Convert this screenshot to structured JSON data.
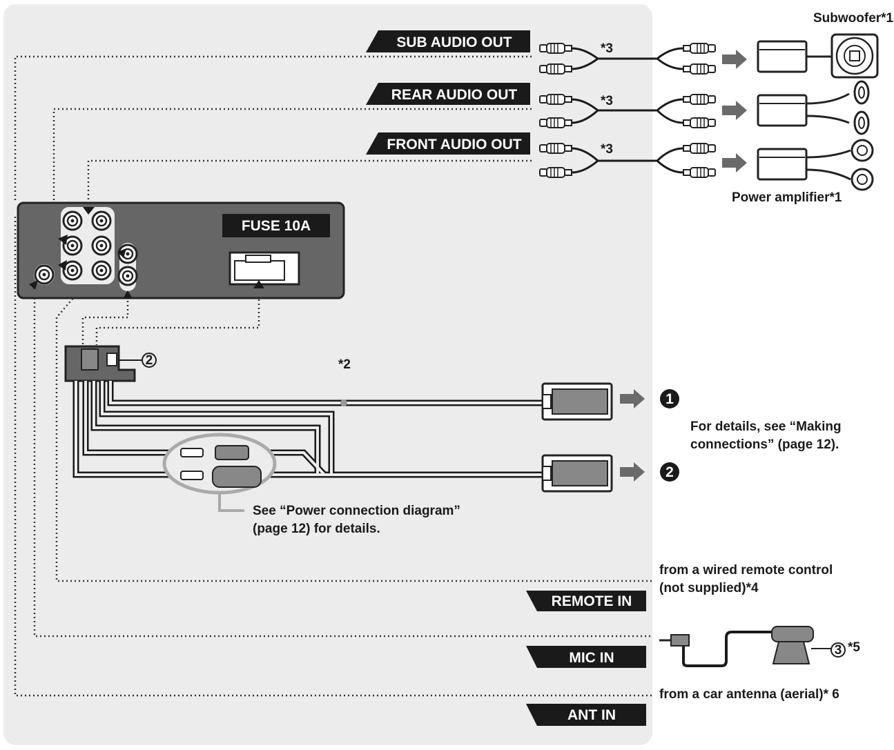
{
  "labels": {
    "sub_audio_out": "SUB AUDIO OUT",
    "rear_audio_out": "REAR AUDIO OUT",
    "front_audio_out": "FRONT AUDIO OUT",
    "fuse": "FUSE 10A",
    "remote_in": "REMOTE IN",
    "mic_in": "MIC IN",
    "ant_in": "ANT IN"
  },
  "annotations": {
    "subwoofer": "Subwoofer*1",
    "power_amplifier": "Power amplifier*1",
    "star3": "*3",
    "star2": "*2",
    "circle_2": "②",
    "circle_3": "③",
    "star5": "*5",
    "bullet_1": "1",
    "bullet_2": "2",
    "making_connections_line1": "For details, see “Making",
    "making_connections_line2": "connections” (page 12).",
    "power_diagram_line1": "See “Power connection diagram”",
    "power_diagram_line2": "(page 12) for details.",
    "remote_line1": "from a wired remote control",
    "remote_line2": "(not supplied)*4",
    "antenna": "from a car antenna (aerial)* 6"
  },
  "colors": {
    "panel": "#ececec",
    "label_bg": "#1a1a1a",
    "unit_body": "#666666",
    "wire": "#1a1a1a",
    "arrow": "#6a6a6a"
  }
}
